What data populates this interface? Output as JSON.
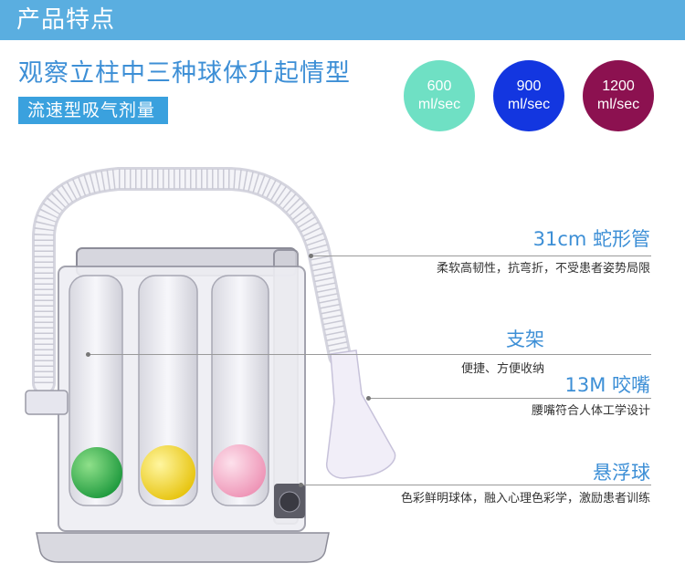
{
  "header": {
    "title": "产品特点"
  },
  "headline": "观察立柱中三种球体升起情型",
  "subhead": "流速型吸气剂量",
  "flow_badges": [
    {
      "value": "600",
      "unit": "ml/sec",
      "color": "#6fe0c4"
    },
    {
      "value": "900",
      "unit": "ml/sec",
      "color": "#1336e0"
    },
    {
      "value": "1200",
      "unit": "ml/sec",
      "color": "#8c1150"
    }
  ],
  "features": [
    {
      "title": "31cm 蛇形管",
      "desc": "柔软高韧性，抗弯折，不受患者姿势局限"
    },
    {
      "title": "支架",
      "desc": "便捷、方便收纳"
    },
    {
      "title": "13M 咬嘴",
      "desc": "腰嘴符合人体工学设计"
    },
    {
      "title": "悬浮球",
      "desc": "色彩鲜明球体，融入心理色彩学，激励患者训练"
    }
  ],
  "balls": [
    {
      "name": "green",
      "color": "#2aa84a"
    },
    {
      "name": "yellow",
      "color": "#f0d21c"
    },
    {
      "name": "pink",
      "color": "#f2a9c4"
    }
  ]
}
